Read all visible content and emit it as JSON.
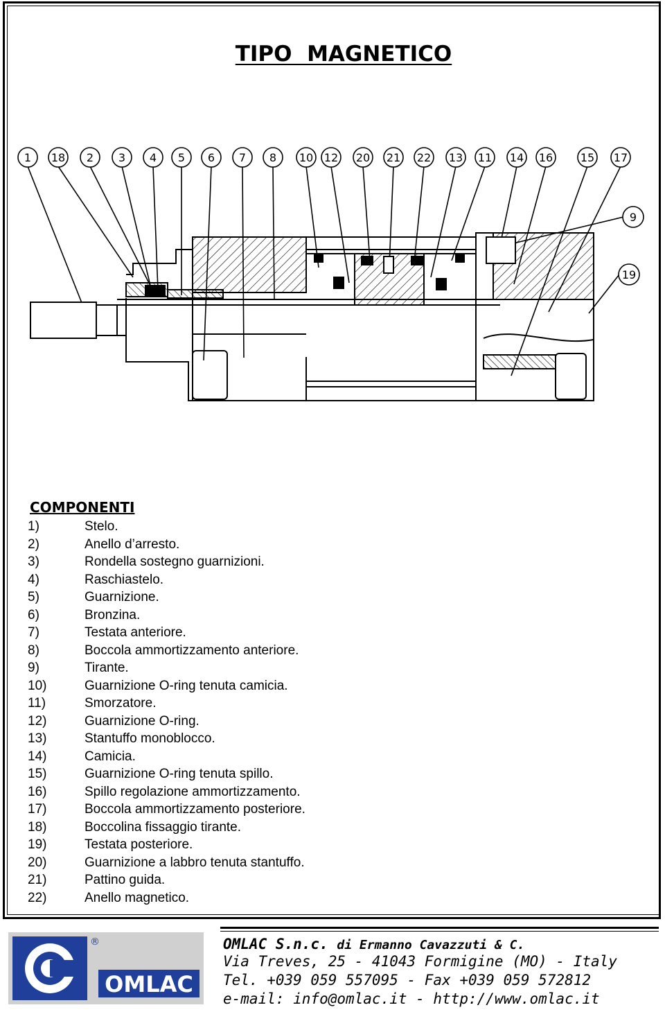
{
  "title": "TIPO  MAGNETICO",
  "drawing": {
    "callouts": [
      "1",
      "18",
      "2",
      "3",
      "4",
      "5",
      "6",
      "7",
      "8",
      "10",
      "12",
      "20",
      "21",
      "22",
      "13",
      "11",
      "14",
      "16",
      "15",
      "17"
    ],
    "side_callouts": [
      "9",
      "19"
    ]
  },
  "components": {
    "heading": "COMPONENTI",
    "items": [
      {
        "num": "1)",
        "label": "Stelo."
      },
      {
        "num": "2)",
        "label": "Anello d’arresto."
      },
      {
        "num": "3)",
        "label": "Rondella sostegno guarnizioni."
      },
      {
        "num": "4)",
        "label": "Raschiastelo."
      },
      {
        "num": "5)",
        "label": "Guarnizione."
      },
      {
        "num": "6)",
        "label": "Bronzina."
      },
      {
        "num": "7)",
        "label": "Testata anteriore."
      },
      {
        "num": "8)",
        "label": "Boccola ammortizzamento anteriore."
      },
      {
        "num": "9)",
        "label": "Tirante."
      },
      {
        "num": "10)",
        "label": "Guarnizione O-ring tenuta camicia."
      },
      {
        "num": "11)",
        "label": "Smorzatore."
      },
      {
        "num": "12)",
        "label": "Guarnizione O-ring."
      },
      {
        "num": "13)",
        "label": "Stantuffo monoblocco."
      },
      {
        "num": "14)",
        "label": "Camicia."
      },
      {
        "num": "15)",
        "label": "Guarnizione O-ring tenuta spillo."
      },
      {
        "num": "16)",
        "label": "Spillo regolazione ammortizzamento."
      },
      {
        "num": "17)",
        "label": "Boccola ammortizzamento posteriore."
      },
      {
        "num": "18)",
        "label": "Boccolina fissaggio tirante."
      },
      {
        "num": "19)",
        "label": "Testata posteriore."
      },
      {
        "num": "20)",
        "label": "Guarnizione a labbro tenuta stantuffo."
      },
      {
        "num": "21)",
        "label": "Pattino guida."
      },
      {
        "num": "22)",
        "label": "Anello magnetico."
      }
    ]
  },
  "footer": {
    "logo_text": "OMLAC",
    "registered_mark": "®",
    "company_name": "OMLAC S.n.c.",
    "company_sub": "di Ermanno Cavazzuti & C.",
    "address": "Via Treves, 25 - 41043 Formigine (MO) - Italy",
    "phone": "Tel. +039 059 557095 - Fax +039 059 572812",
    "contact": "e-mail: info@omlac.it - http://www.omlac.it",
    "brand_color": "#1f3f9a"
  }
}
